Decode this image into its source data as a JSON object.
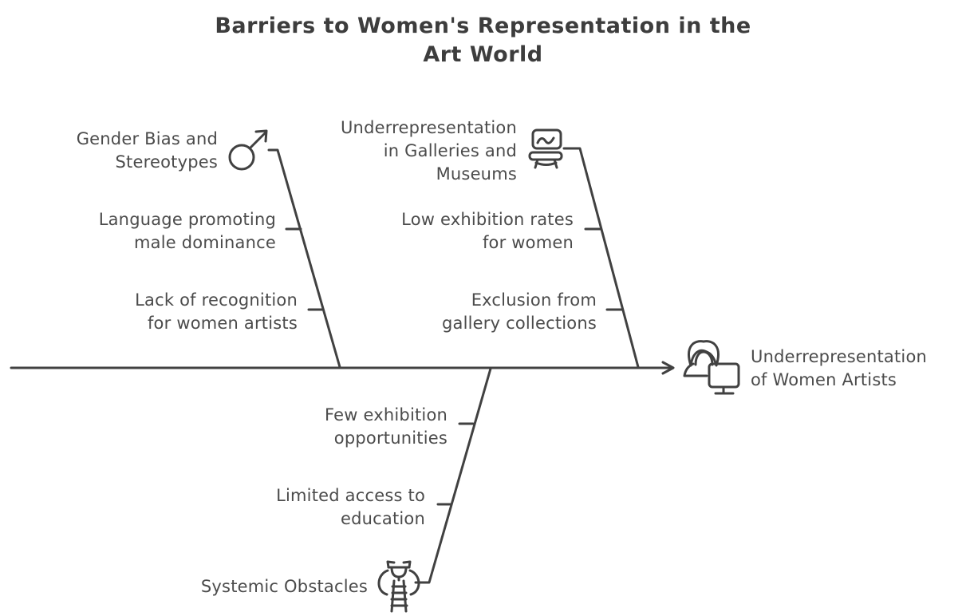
{
  "title": "Barriers to Women's Representation in the\nArt World",
  "diagram_type": "fishbone",
  "effect": {
    "label": "Underrepresentation\nof Women Artists",
    "icon": "woman-at-computer-icon"
  },
  "branches": [
    {
      "label": "Gender Bias and\nStereotypes",
      "icon": "male-symbol-icon",
      "position": "top-left",
      "causes": [
        {
          "label": "Language promoting\nmale dominance"
        },
        {
          "label": "Lack of recognition\nfor women artists"
        }
      ]
    },
    {
      "label": "Underrepresentation\nin Galleries and\nMuseums",
      "icon": "artwork-display-icon",
      "position": "top-right",
      "causes": [
        {
          "label": "Low exhibition rates\nfor women"
        },
        {
          "label": "Exclusion from\ngallery collections"
        }
      ]
    },
    {
      "label": "Systemic Obstacles",
      "icon": "ladder-trophy-icon",
      "position": "bottom",
      "causes": [
        {
          "label": "Few exhibition\nopportunities"
        },
        {
          "label": "Limited access to\neducation"
        }
      ]
    }
  ],
  "colors": {
    "stroke": "#414141",
    "text": "#4b4b4b",
    "title": "#3d3d3d",
    "background": "#ffffff"
  }
}
